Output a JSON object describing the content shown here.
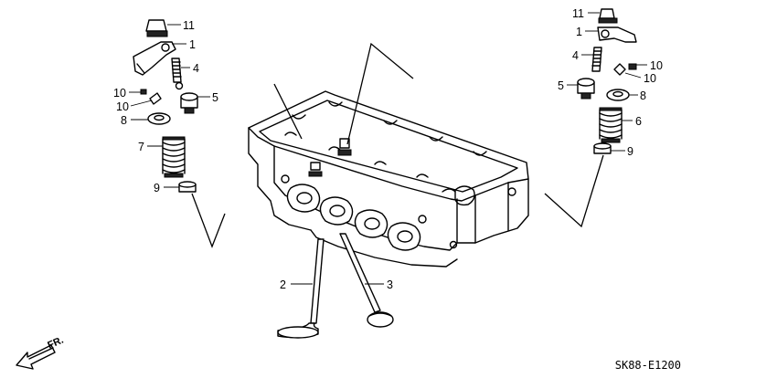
{
  "diagram": {
    "code": "SK88-E1200",
    "direction_label": "FR.",
    "callouts": {
      "left": {
        "c11": "11",
        "c1": "1",
        "c4": "4",
        "c10a": "10",
        "c10b": "10",
        "c5": "5",
        "c8": "8",
        "c7": "7",
        "c9": "9"
      },
      "right": {
        "c11": "11",
        "c1": "1",
        "c4": "4",
        "c10a": "10",
        "c10b": "10",
        "c5": "5",
        "c8": "8",
        "c6": "6",
        "c9": "9"
      },
      "valves": {
        "c2": "2",
        "c3": "3"
      }
    }
  }
}
